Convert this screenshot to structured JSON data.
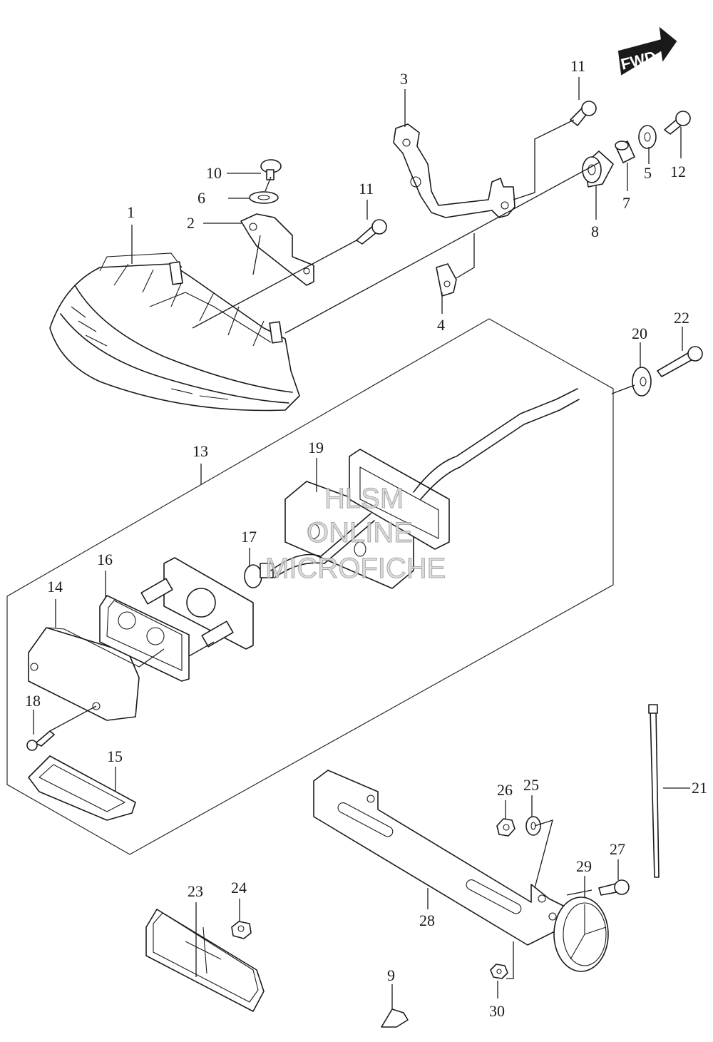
{
  "fwd_label": "FWD",
  "watermark": [
    "HLSM",
    "ONLINE",
    "MICROFICHE"
  ],
  "callouts": {
    "c1": "1",
    "c2": "2",
    "c3": "3",
    "c4": "4",
    "c5": "5",
    "c6": "6",
    "c7": "7",
    "c8": "8",
    "c9": "9",
    "c10": "10",
    "c11a": "11",
    "c11b": "11",
    "c12": "12",
    "c13": "13",
    "c14": "14",
    "c15": "15",
    "c16": "16",
    "c17": "17",
    "c18": "18",
    "c19": "19",
    "c20": "20",
    "c21": "21",
    "c22": "22",
    "c23": "23",
    "c24": "24",
    "c25": "25",
    "c26": "26",
    "c27": "27",
    "c28": "28",
    "c29": "29",
    "c30": "30"
  }
}
